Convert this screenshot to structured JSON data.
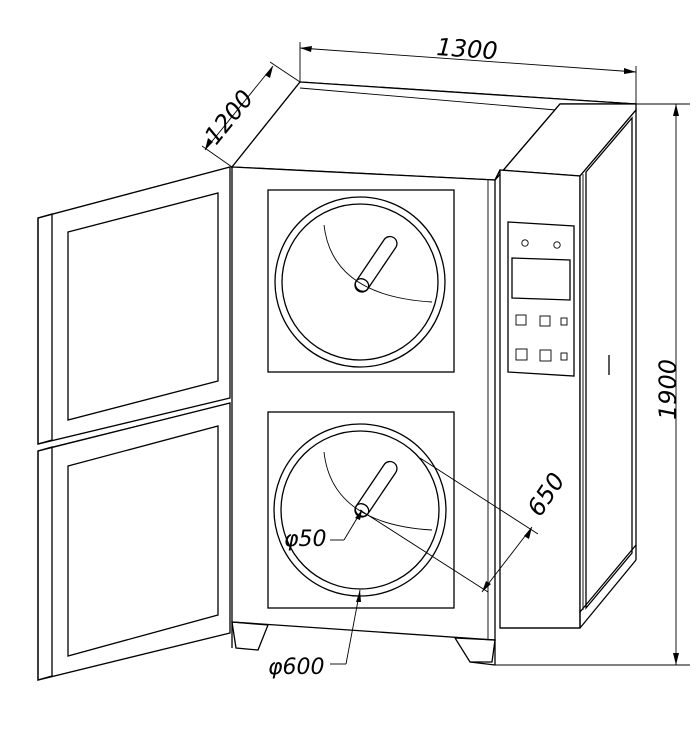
{
  "dimensions": {
    "width": "1300",
    "depth": "1200",
    "height": "1900",
    "diagonal": "650",
    "shaft_diameter": "φ50",
    "drum_diameter": "φ600"
  }
}
